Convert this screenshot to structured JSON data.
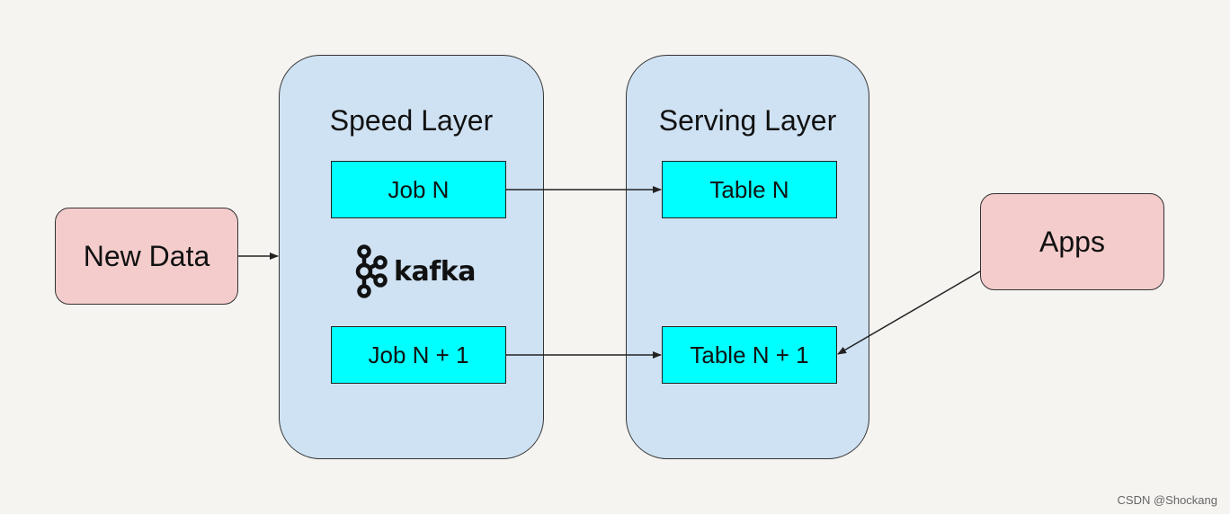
{
  "diagram": {
    "speed_layer": {
      "title": "Speed Layer",
      "jobs": [
        "Job N",
        "Job N + 1"
      ],
      "logo_text": "kafka"
    },
    "serving_layer": {
      "title": "Serving Layer",
      "tables": [
        "Table N",
        "Table N + 1"
      ]
    },
    "source": {
      "label": "New Data"
    },
    "consumer": {
      "label": "Apps"
    },
    "edges": [
      {
        "from": "New Data",
        "to": "Speed Layer"
      },
      {
        "from": "Job N",
        "to": "Table N"
      },
      {
        "from": "Job N + 1",
        "to": "Table N + 1"
      },
      {
        "from": "Apps",
        "to": "Table N + 1"
      }
    ],
    "colors": {
      "layer_fill": "#cfe2f3",
      "job_fill": "#00ffff",
      "external_fill": "#f4cccc",
      "background": "#f5f4f1"
    }
  },
  "watermark": "CSDN @Shockang"
}
